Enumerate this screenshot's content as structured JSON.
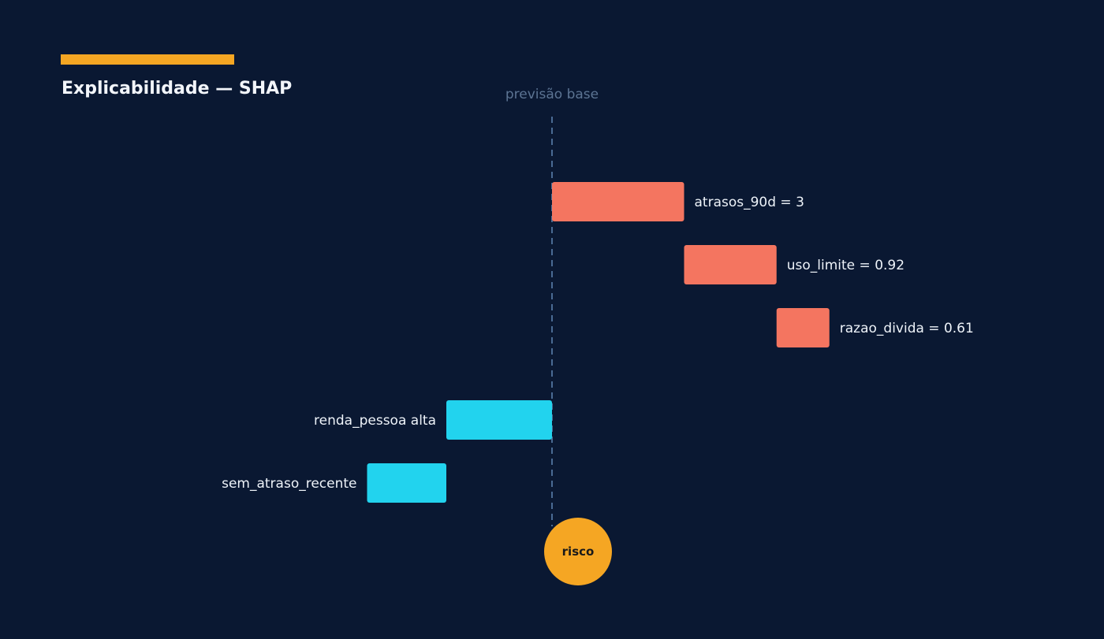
{
  "header": {
    "title": "Explicabilidade — SHAP"
  },
  "colors": {
    "background": "#0a1832",
    "accent": "#f5a623",
    "positive": "#f47560",
    "negative": "#22d3ee",
    "baseline": "#4a6b94",
    "baseline_label": "#5c7493",
    "text": "#eef3f9",
    "result_text": "#1a1a1a"
  },
  "chart_data": {
    "type": "bar",
    "subtype": "waterfall",
    "orientation": "horizontal",
    "title": "Explicabilidade — SHAP",
    "baseline_label": "previsão base",
    "features": [
      {
        "label": "atrasos_90d = 3",
        "contribution": 2.5,
        "direction": "positive"
      },
      {
        "label": "uso_limite = 0.92",
        "contribution": 1.75,
        "direction": "positive"
      },
      {
        "label": "razao_divida = 0.61",
        "contribution": 1.0,
        "direction": "positive"
      },
      {
        "label": "renda_pessoa alta",
        "contribution": -2.0,
        "direction": "negative"
      },
      {
        "label": "sem_atraso_recente",
        "contribution": -1.5,
        "direction": "negative"
      }
    ],
    "result_label": "risco",
    "grid": false,
    "legend": "none"
  }
}
